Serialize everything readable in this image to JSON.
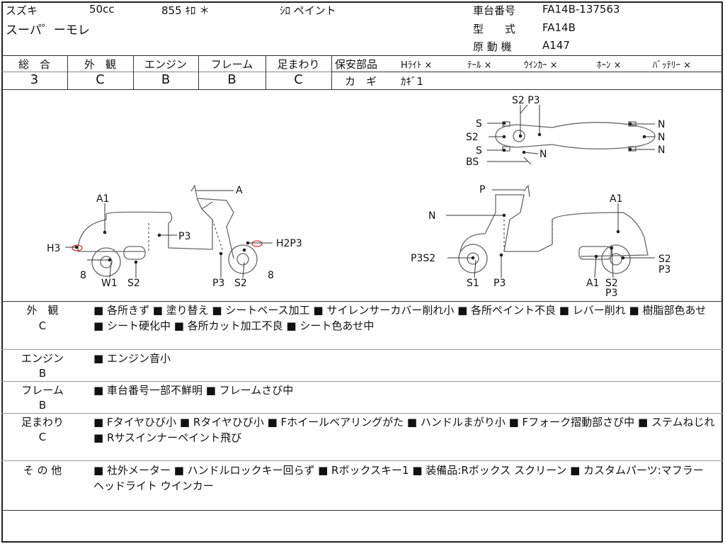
{
  "header": {
    "maker": "スズキ",
    "displacement": "50cc",
    "lot_no": "855 ｷﾛ ＊",
    "color": "ｼﾛ ペイント",
    "model_name": "スーパ゜ーモレ",
    "frame_no_label": "車台番号",
    "frame_no": "FA14B-137563",
    "model_type_label": "型　　式",
    "model_type": "FA14B",
    "engine_label": "原 動 機",
    "engine_no": "A147"
  },
  "grades": [
    {
      "label": "総　合",
      "value": "3"
    },
    {
      "label": "外　観",
      "value": "C"
    },
    {
      "label": "エンジン",
      "value": "B"
    },
    {
      "label": "フレーム",
      "value": "B"
    },
    {
      "label": "足まわり",
      "value": "C"
    }
  ],
  "safety": {
    "label": "保安部品",
    "items": [
      "Hﾗｲﾄ ×",
      "ﾃｰﾙ ×",
      "ｳｲﾝｶｰ ×",
      "ﾎｰﾝ ×",
      "ﾊﾞｯﾃﾘｰ ×"
    ],
    "key_label": "カ　ギ",
    "key_value": "ｶｷﾞ1"
  },
  "diagram": {
    "left": [
      "A",
      "A1",
      "P3",
      "H3",
      "8",
      "W1",
      "S2",
      "P3",
      "S2",
      "H2P3",
      "8"
    ],
    "right": [
      "P",
      "A1",
      "N",
      "P3S2",
      "S1",
      "P3",
      "A1",
      "S2",
      "P3",
      "S2",
      "P3"
    ],
    "top": [
      "S2 P3",
      "S",
      "S2",
      "S",
      "BS",
      "N",
      "N",
      "N",
      "N"
    ]
  },
  "sections": [
    {
      "label": "外　観",
      "grade": "C",
      "text": "■ 各所きず ■ 塗り替え ■ シートベース加工 ■ サイレンサーカバー削れ小 ■ 各所ペイント不良 ■ レバー削れ ■ 樹脂部色あせ ■ シート硬化中 ■ 各所カット加工不良 ■ シート色あせ中"
    },
    {
      "label": "エンジン",
      "grade": "B",
      "text": "■ エンジン音小"
    },
    {
      "label": "フレーム",
      "grade": "B",
      "text": "■ 車台番号一部不鮮明 ■ フレームさび中"
    },
    {
      "label": "足まわり",
      "grade": "C",
      "text": "■ Fタイヤひび小 ■ Rタイヤひび小 ■ Fホイールベアリングがた ■ ハンドルまがり小 ■ Fフォーク摺動部さび中 ■ ステムねじれ ■ Rサスインナーペイント飛び"
    },
    {
      "label": "そ の 他",
      "grade": "",
      "text": "■ 社外メーター ■ ハンドルロックキー回らず ■ Rボックスキー1 ■ 装備品:Rボックス スクリーン ■ カスタムパーツ:マフラー ヘッドライト ウインカー"
    }
  ]
}
